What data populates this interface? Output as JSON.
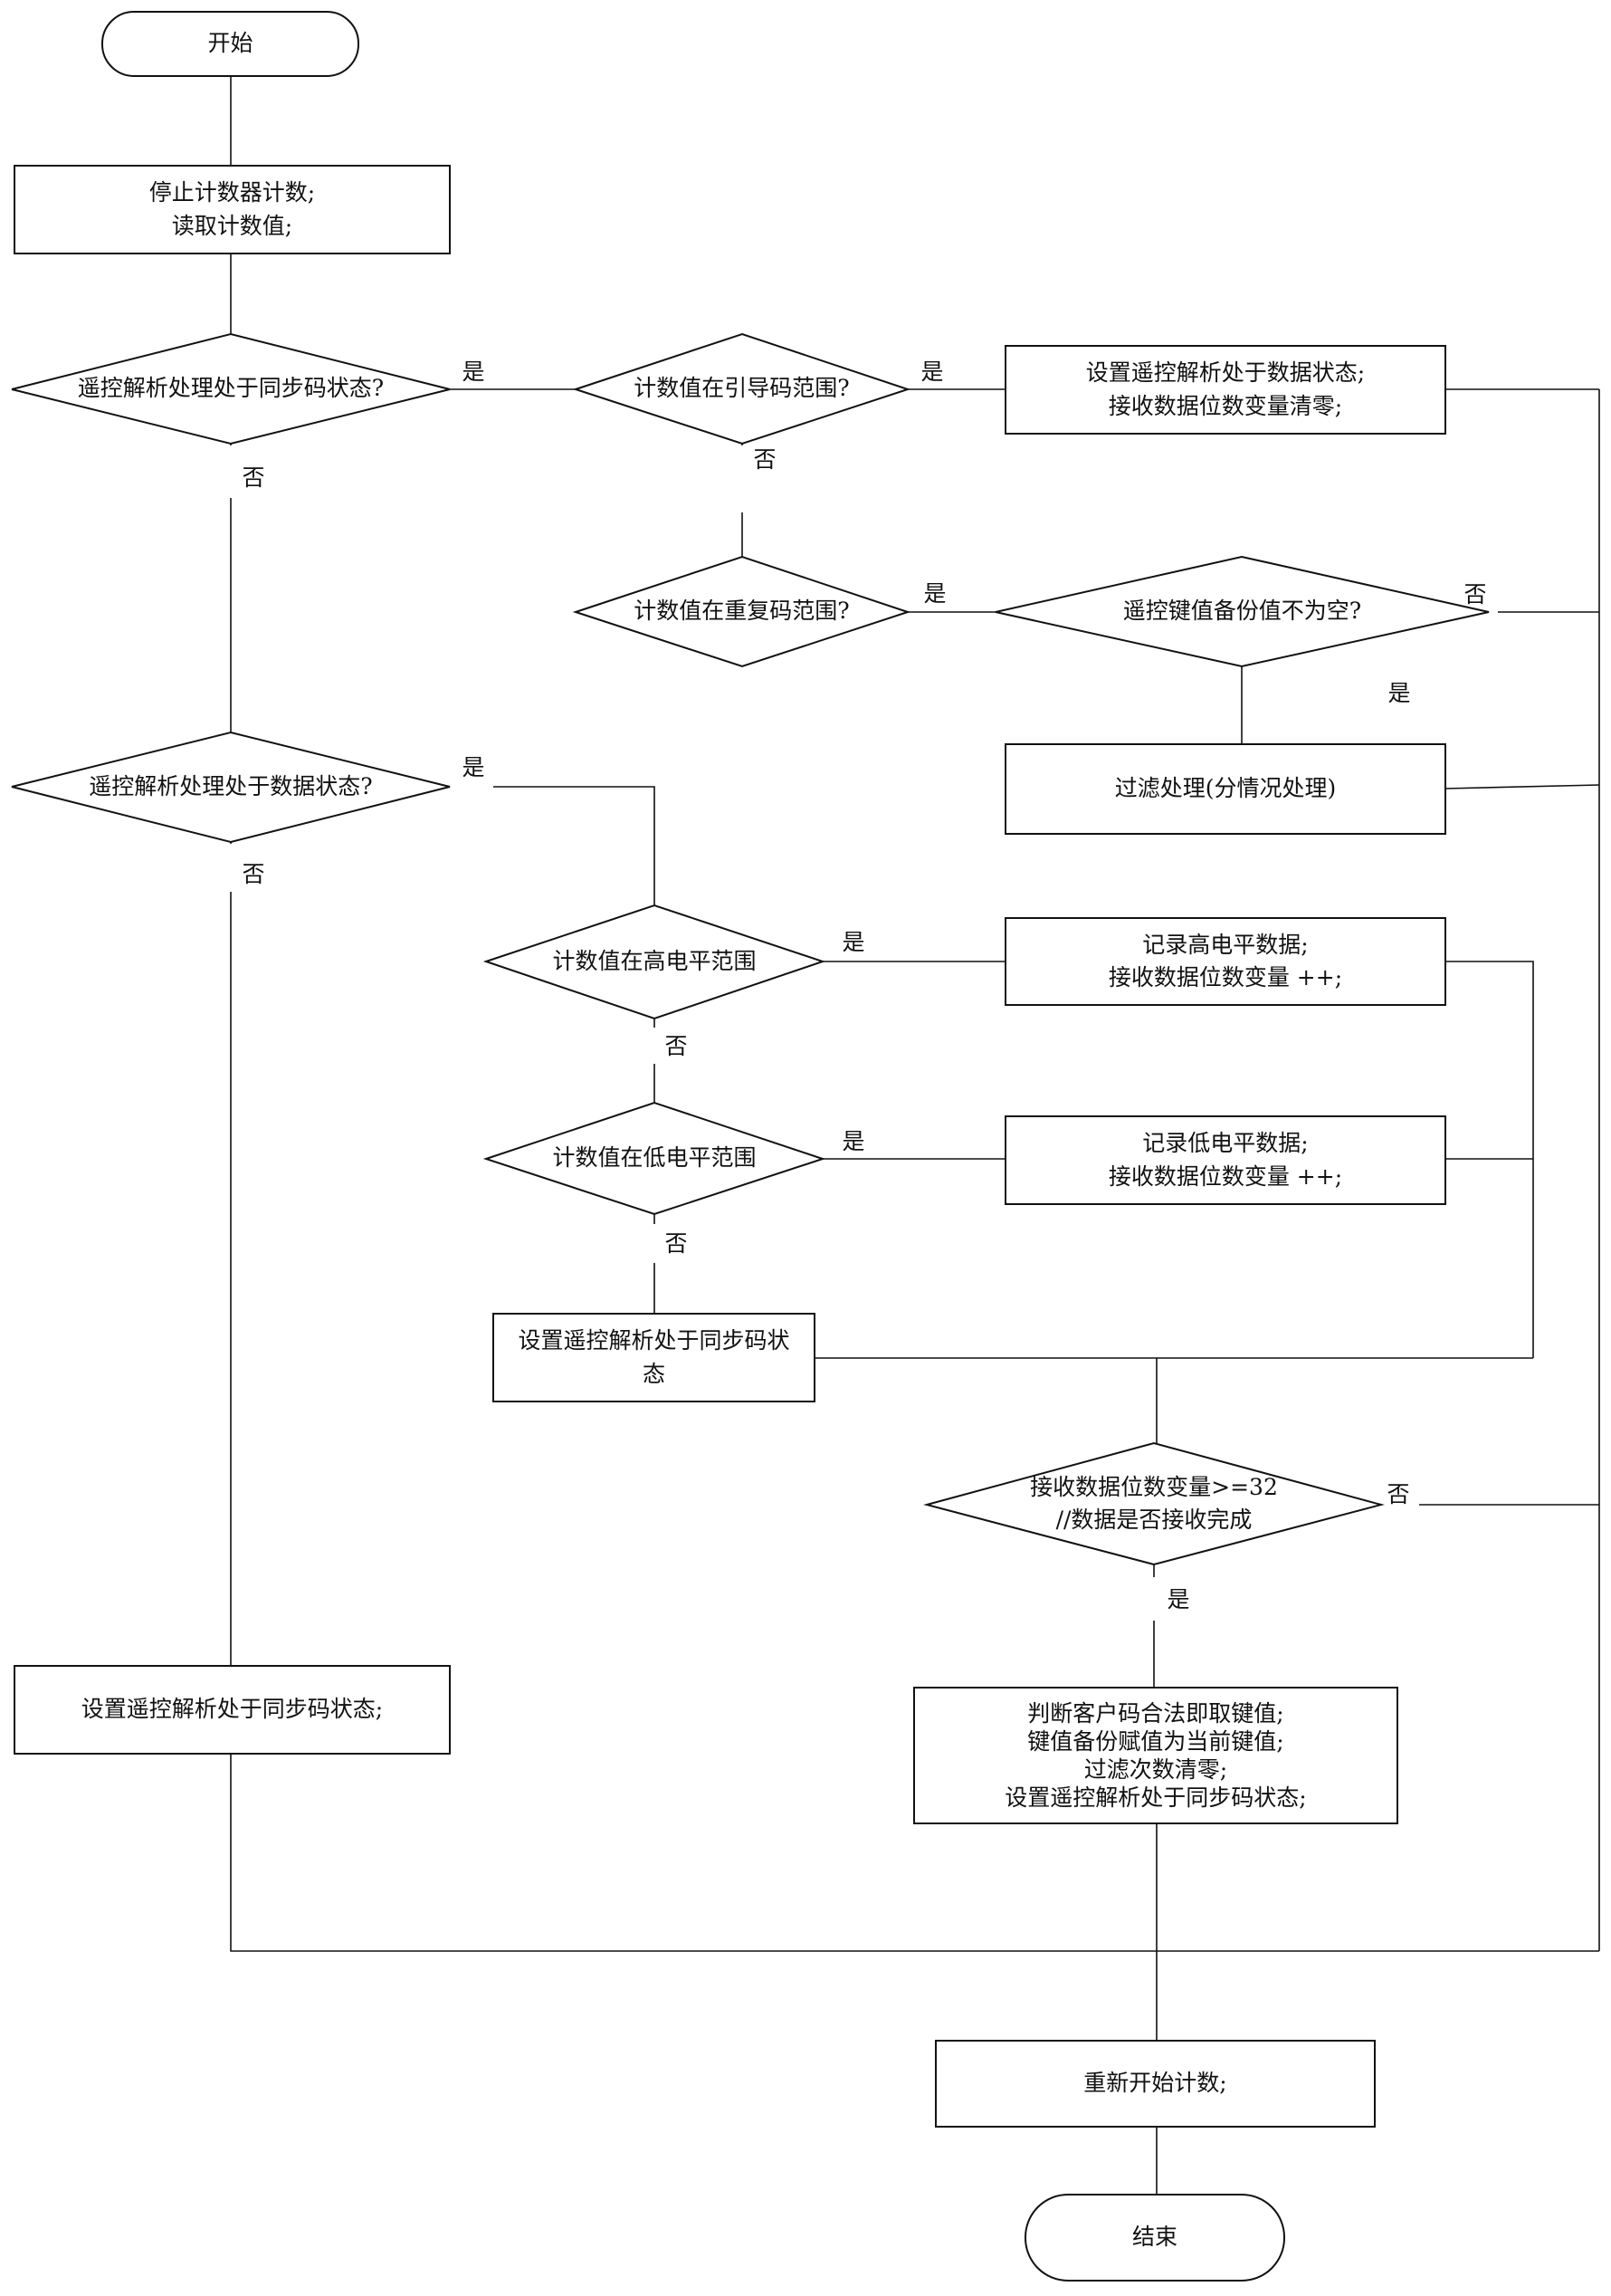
{
  "nodes": {
    "start": "开始",
    "stop_read": "停止计数器计数;\n读取计数值;",
    "is_sync_state": "遥控解析处理处于同步码状态?",
    "in_lead_range": "计数值在引导码范围?",
    "set_data_state": "设置遥控解析处于数据状态;\n接收数据位数变量清零;",
    "in_repeat_range": "计数值在重复码范围?",
    "backup_not_empty": "遥控键值备份值不为空?",
    "filter": "过滤处理(分情况处理)",
    "is_data_state": "遥控解析处理处于数据状态?",
    "in_high_range": "计数值在高电平范围",
    "record_high": "记录高电平数据;\n接收数据位数变量 ++;",
    "in_low_range": "计数值在低电平范围",
    "record_low": "记录低电平数据;\n接收数据位数变量 ++;",
    "set_sync_state_a": "设置遥控解析处于同步码状\n态",
    "bits_ge_32": "接收数据位数变量>=32\n//数据是否接收完成",
    "finish_key": "判断客户码合法即取键值;\n键值备份赋值为当前键值;\n过滤次数清零;\n设置遥控解析处于同步码状态;",
    "set_sync_state_b": "设置遥控解析处于同步码状态;",
    "restart": "重新开始计数;",
    "end": "结束"
  },
  "labels": {
    "yes": "是",
    "no": "否"
  }
}
